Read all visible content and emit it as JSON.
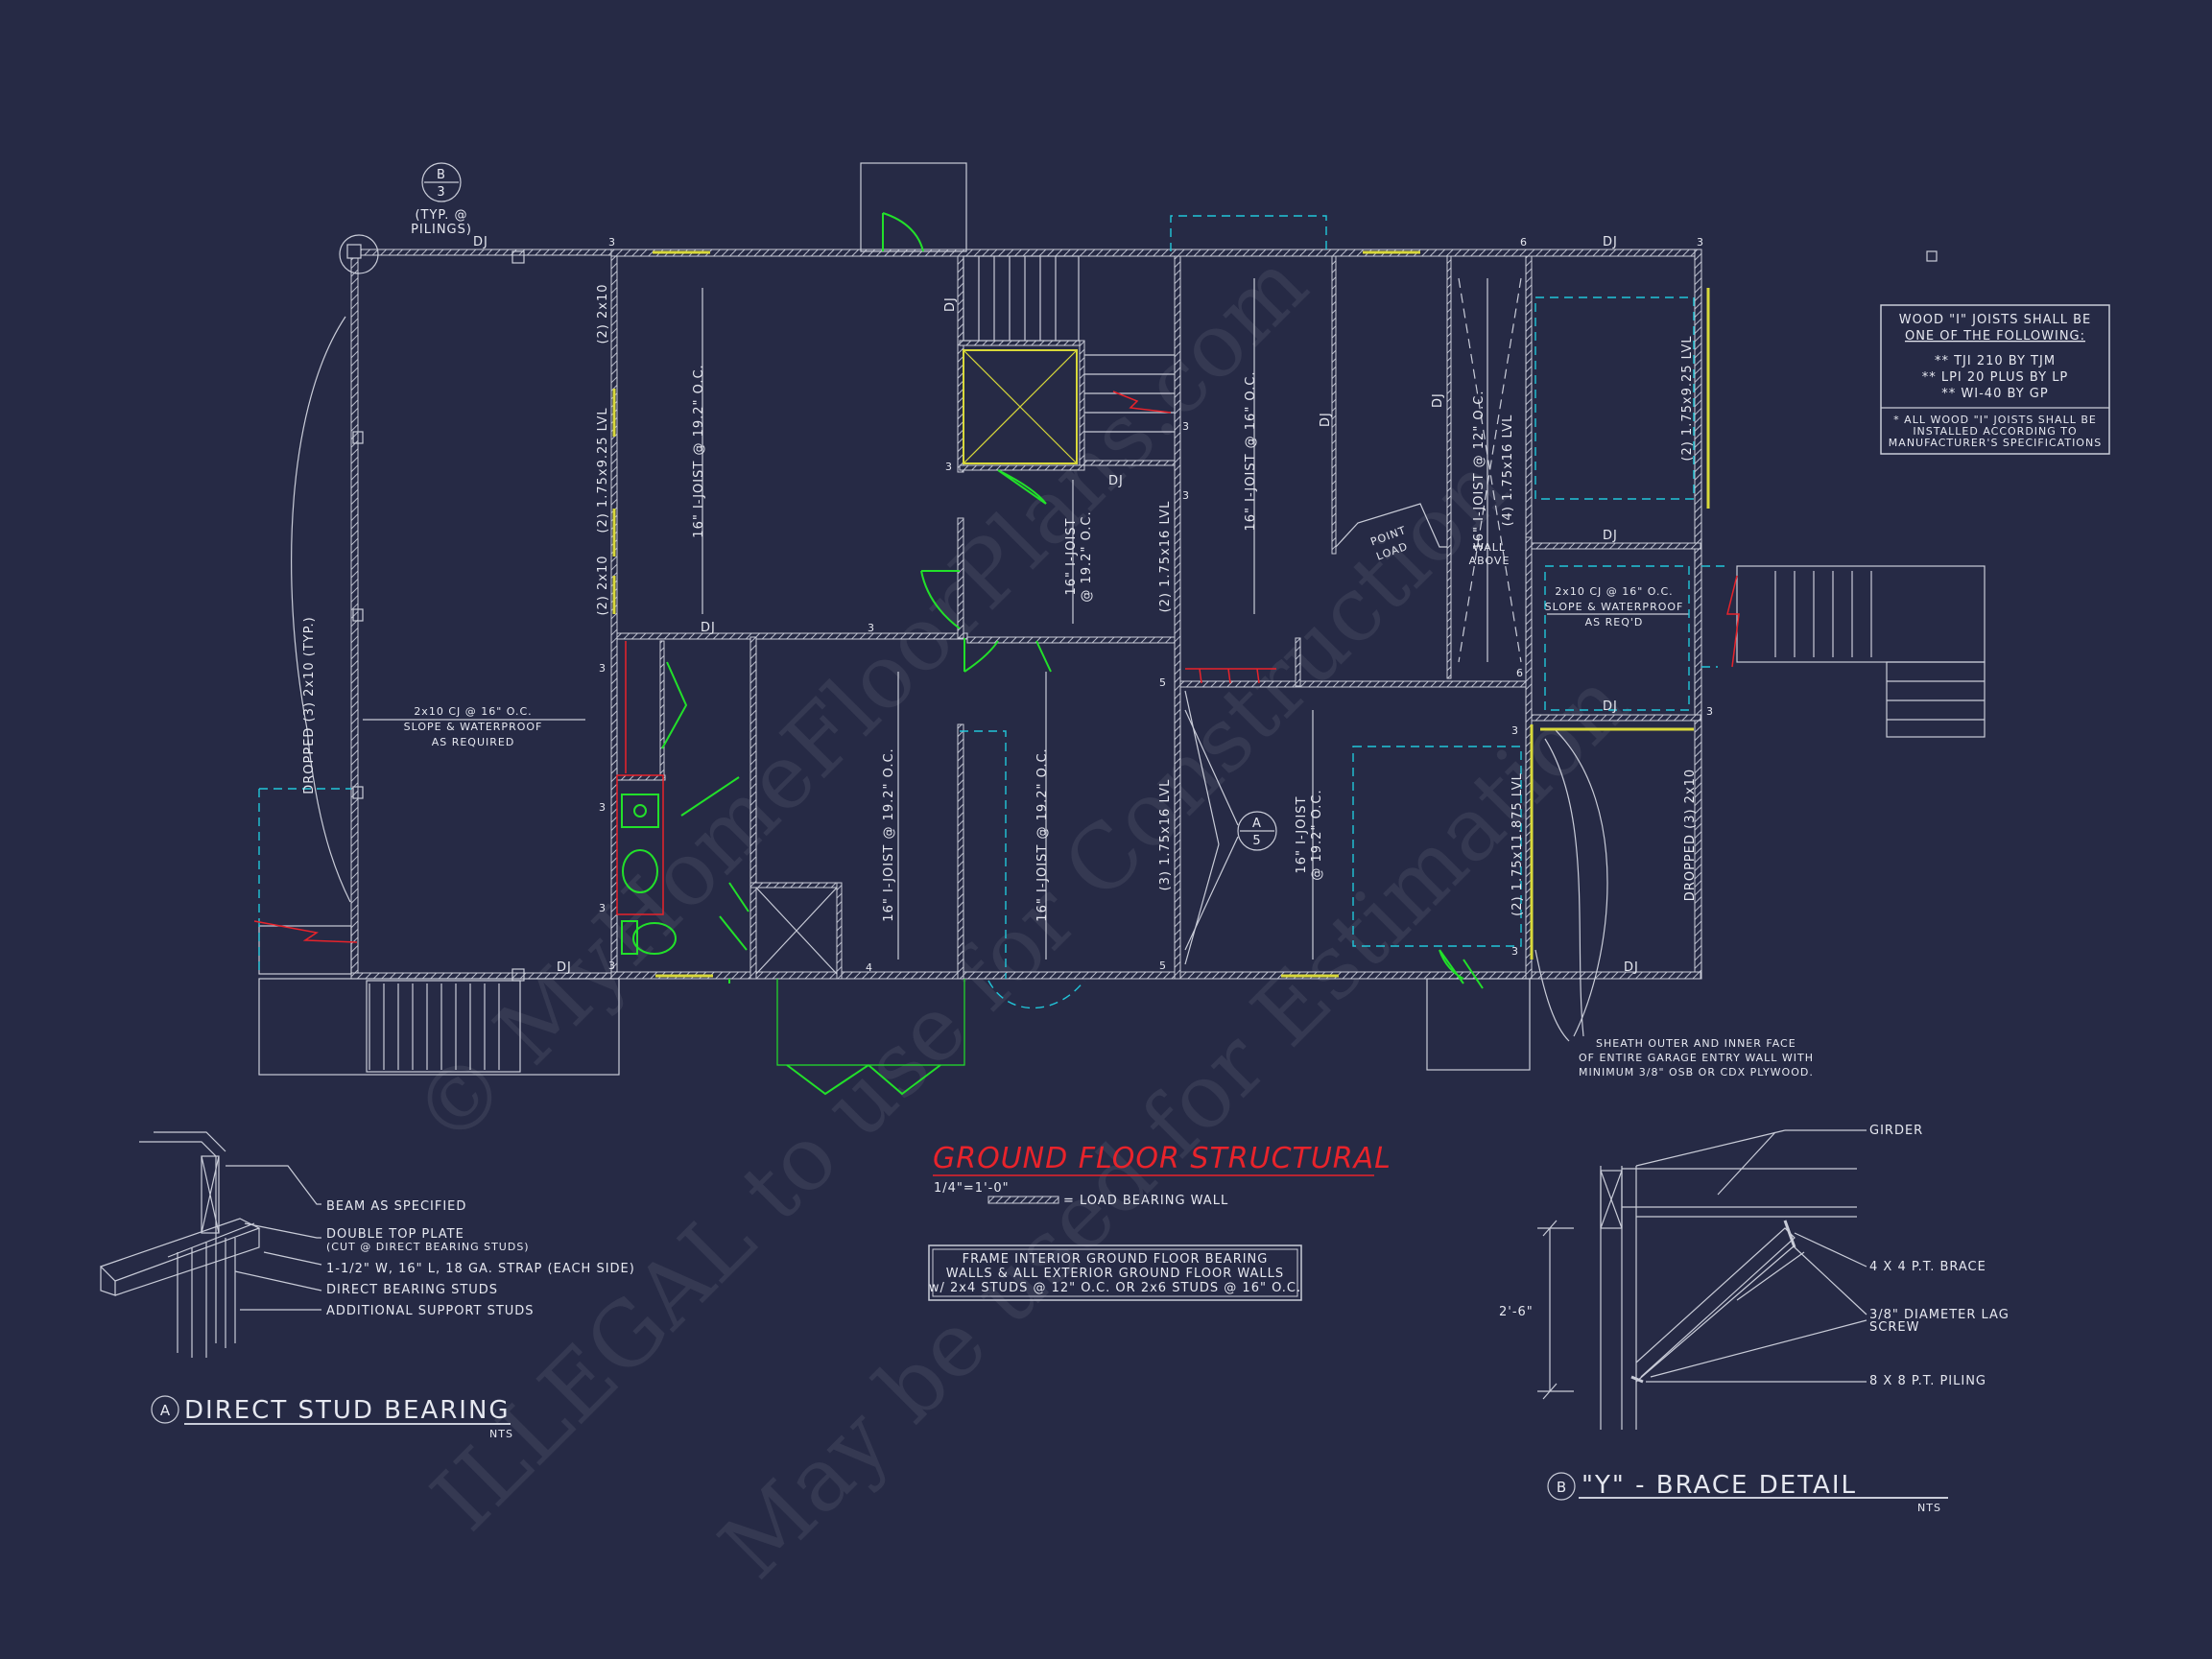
{
  "sheet_title": "GROUND FLOOR STRUCTURAL",
  "scale": "1/4\"=1'-0\"",
  "legend_load_bearing": "= LOAD BEARING WALL",
  "frame_note": [
    "FRAME INTERIOR GROUND FLOOR BEARING",
    "WALLS & ALL EXTERIOR GROUND FLOOR WALLS",
    "w/ 2x4 STUDS @ 12\" O.C. OR 2x6 STUDS @ 16\" O.C."
  ],
  "joist_note": {
    "title": [
      "WOOD \"I\" JOISTS SHALL BE",
      "ONE OF THE FOLLOWING:"
    ],
    "items": [
      "** TJI 210 BY TJM",
      "** LPI 20 PLUS BY LP",
      "** WI-40 BY GP"
    ],
    "footer": [
      "* ALL WOOD \"I\" JOISTS SHALL BE",
      "INSTALLED ACCORDING TO",
      "MANUFACTURER'S SPECIFICATIONS"
    ]
  },
  "callout_b": {
    "letter": "B",
    "sheet": "3",
    "note": [
      "(TYP. @",
      "PILINGS)"
    ]
  },
  "section_a": {
    "letter": "A",
    "sheet": "5"
  },
  "labels": {
    "dj": "DJ",
    "dropped_left": "DROPPED (3) 2x10 (TYP.)",
    "dropped_right": "DROPPED (3) 2x10",
    "porch_cj": [
      "2x10 CJ @ 16\" O.C.",
      "SLOPE & WATERPROOF",
      "AS REQUIRED"
    ],
    "right_cj": [
      "2x10 CJ @ 16\" O.C.",
      "SLOPE & WATERPROOF",
      "AS REQ'D"
    ],
    "joist_16_192": "16\" I-JOIST @ 19.2\" O.C.",
    "joist_16_16": "16\" I-JOIST @ 16\" O.C.",
    "joist_16_12": "16\" I-JOIST @ 12\" O.C.",
    "joist_stair": [
      "16\" I-JOIST",
      "@ 19.2\" O.C."
    ],
    "joist_garage": [
      "16\" I-JOIST",
      "@ 19.2\" O.C."
    ],
    "lvl_2x10": "(2) 2x10",
    "lvl_175x925": "(2) 1.75x9.25 LVL",
    "lvl_3_175x16": "(3) 1.75x16 LVL",
    "lvl_2_175x16": "(2) 1.75x16 LVL",
    "lvl_4_175x16": "(4) 1.75x16 LVL",
    "lvl_2_175x11875": "(2) 1.75x11.875 LVL",
    "lvl_right": "(2) 1.75x9.25 LVL",
    "point_load": [
      "POINT",
      "LOAD"
    ],
    "wall_above": [
      "WALL",
      "ABOVE"
    ],
    "sheath_note": [
      "SHEATH OUTER AND INNER FACE",
      "OF ENTIRE GARAGE ENTRY WALL WITH",
      "MINIMUM 3/8\" OSB OR CDX PLYWOOD."
    ]
  },
  "detail_a": {
    "letter": "A",
    "title": "DIRECT STUD BEARING",
    "nts": "NTS",
    "notes": [
      "BEAM AS SPECIFIED",
      "DOUBLE TOP PLATE",
      "(CUT @ DIRECT BEARING STUDS)",
      "1-1/2\" W, 16\" L, 18 GA. STRAP (EACH SIDE)",
      "DIRECT BEARING STUDS",
      "ADDITIONAL SUPPORT STUDS"
    ]
  },
  "detail_b": {
    "letter": "B",
    "title": "\"Y\" - BRACE DETAIL",
    "nts": "NTS",
    "dimension": "2'-6\"",
    "notes": [
      "GIRDER",
      "4 X 4 P.T. BRACE",
      "3/8\" DIAMETER LAG",
      "SCREW",
      "8 X 8 P.T. PILING"
    ]
  },
  "watermarks": [
    "© MyHomeFloorPlans.com",
    "ILLEGAL to use for Construction",
    "May be used for Estimation"
  ],
  "colors": {
    "background": "#262a45",
    "line": "#c9ccd8",
    "red": "#e8232b",
    "green": "#22e02a",
    "cyan": "#21c6d9",
    "yellow": "#d8d83a"
  }
}
